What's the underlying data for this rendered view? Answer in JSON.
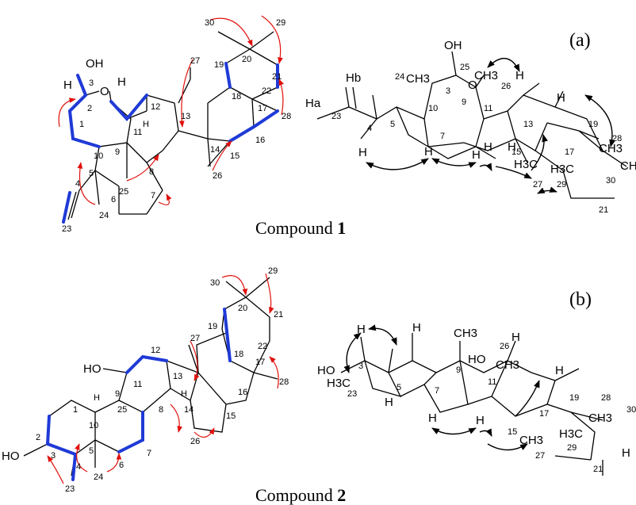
{
  "colors": {
    "bond": "#000000",
    "cosy_bond": "#1f3ad6",
    "hmbc_arrow": "#e0100c",
    "noesy_arrow": "#000000",
    "background": "#ffffff"
  },
  "top": {
    "panel_label": "(a)",
    "caption_prefix": "Compound ",
    "caption_number": "1",
    "planar_labels": {
      "oh": "OH",
      "h3": "H",
      "o": "O",
      "h9": "H",
      "h8": "H",
      "c1": "1",
      "c2": "2",
      "c3": "3",
      "c4": "4",
      "c5": "5",
      "c6": "6",
      "c7": "7",
      "c8": "8",
      "c9": "9",
      "c10": "10",
      "c11": "11",
      "c12": "12",
      "c13": "13",
      "c14": "14",
      "c15": "15",
      "c16": "16",
      "c17": "17",
      "c18": "18",
      "c19": "19",
      "c20": "20",
      "c21": "21",
      "c22": "22",
      "c23": "23",
      "c24": "24",
      "c25": "25",
      "c26": "26",
      "c27": "27",
      "c28": "28",
      "c29": "29",
      "c30": "30"
    },
    "stereo_labels": {
      "hb": "Hb",
      "ha": "Ha",
      "c23": "23",
      "c4": "4",
      "c5": "5",
      "c24": "24",
      "ch3_24": "CH3",
      "oh": "OH",
      "c25": "25",
      "c3": "3",
      "o": "O",
      "ch3_25": "CH3",
      "h26": "H",
      "c26": "26",
      "c10": "10",
      "c9": "9",
      "c11": "11",
      "c13": "13",
      "c7": "7",
      "c15": "15",
      "c17": "17",
      "c19": "19",
      "c28": "28",
      "ch3_28": "CH3",
      "ch_30": "CH",
      "c30": "30",
      "h3c_29": "H3C",
      "c29": "29",
      "c27": "27",
      "h3c_27": "H3C",
      "c21": "21",
      "h_a": "H",
      "h_b": "H",
      "h_c": "H",
      "h_d": "H",
      "h_e": "H",
      "h_f": "H"
    }
  },
  "bottom": {
    "panel_label": "(b)",
    "caption_prefix": "Compound ",
    "caption_number": "2",
    "planar_labels": {
      "ho3": "HO",
      "ho11": "HO",
      "h10": "H",
      "h8": "H",
      "c1": "1",
      "c2": "2",
      "c3": "3",
      "c4": "4",
      "c5": "5",
      "c6": "6",
      "c7": "7",
      "c8": "8",
      "c9": "9",
      "c10": "10",
      "c11": "11",
      "c12": "12",
      "c13": "13",
      "c14": "14",
      "c15": "15",
      "c16": "16",
      "c17": "17",
      "c18": "18",
      "c19": "19",
      "c20": "20",
      "c21": "21",
      "c22": "22",
      "c23": "23",
      "c24": "24",
      "c25": "25",
      "c26": "26",
      "c27": "27",
      "c28": "28",
      "c29": "29",
      "c30": "30"
    },
    "stereo_labels": {
      "ho": "HO",
      "h3c": "H3C",
      "c23": "23",
      "c3": "3",
      "c5": "5",
      "c7": "7",
      "c9": "9",
      "ch3": "CH3",
      "ho11": "HO",
      "c11": "11",
      "c26": "26",
      "ch3_26": "CH3",
      "c15": "15",
      "c17": "17",
      "c19": "19",
      "c28": "28",
      "ch3_28": "CH3",
      "c30": "30",
      "ch3_27": "CH3",
      "c27": "27",
      "h3c_29": "H3C",
      "c29": "29",
      "c21": "21",
      "h_a": "H",
      "h_b": "H",
      "h_c": "H",
      "h_d": "H",
      "h_e": "H",
      "h_f": "H",
      "h_g": "H",
      "h_h": "H"
    }
  }
}
